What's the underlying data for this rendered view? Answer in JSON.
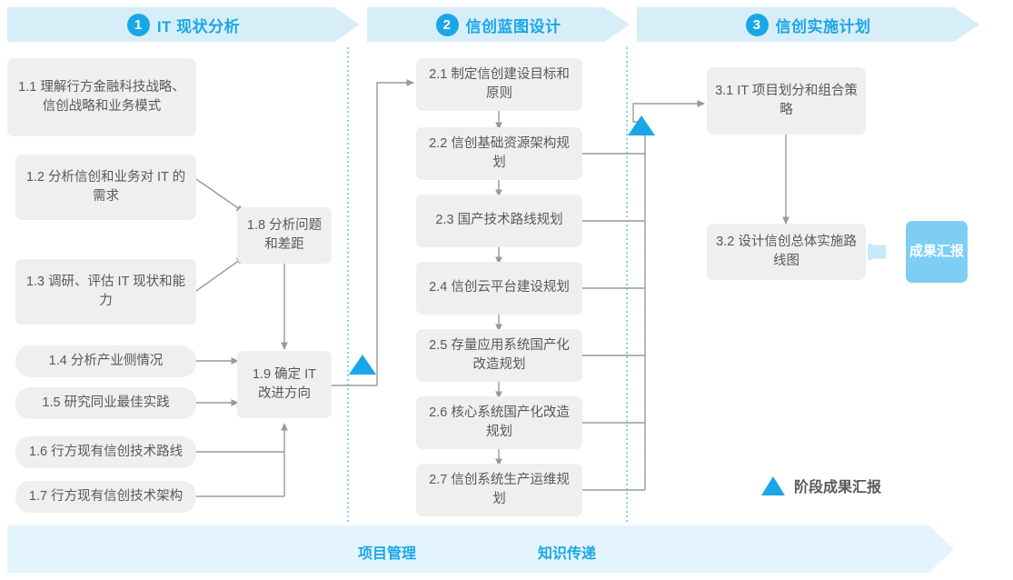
{
  "phases": [
    {
      "num": "1",
      "title": "IT 现状分析"
    },
    {
      "num": "2",
      "title": "信创蓝图设计"
    },
    {
      "num": "3",
      "title": "信创实施计划"
    }
  ],
  "phase1_nodes": [
    {
      "id": "1.1",
      "text": "1.1 理解行方金融科技战略、信创战略和业务模式"
    },
    {
      "id": "1.2",
      "text": "1.2 分析信创和业务对 IT 的需求"
    },
    {
      "id": "1.3",
      "text": "1.3 调研、评估 IT 现状和能力"
    },
    {
      "id": "1.4",
      "text": "1.4 分析产业侧情况"
    },
    {
      "id": "1.5",
      "text": "1.5 研究同业最佳实践"
    },
    {
      "id": "1.6",
      "text": "1.6 行方现有信创技术路线"
    },
    {
      "id": "1.7",
      "text": "1.7 行方现有信创技术架构"
    },
    {
      "id": "1.8",
      "text": "1.8 分析问题和差距"
    },
    {
      "id": "1.9",
      "text": "1.9 确定 IT 改进方向"
    }
  ],
  "phase2_nodes": [
    {
      "id": "2.1",
      "text": "2.1 制定信创建设目标和原则"
    },
    {
      "id": "2.2",
      "text": "2.2 信创基础资源架构规划"
    },
    {
      "id": "2.3",
      "text": "2.3 国产技术路线规划"
    },
    {
      "id": "2.4",
      "text": "2.4 信创云平台建设规划"
    },
    {
      "id": "2.5",
      "text": "2.5 存量应用系统国产化改造规划"
    },
    {
      "id": "2.6",
      "text": "2.6 核心系统国产化改造规划"
    },
    {
      "id": "2.7",
      "text": "2.7 信创系统生产运维规划"
    }
  ],
  "phase3_nodes": [
    {
      "id": "3.1",
      "text": "3.1 IT 项目划分和组合策略"
    },
    {
      "id": "3.2",
      "text": "3.2 设计信创总体实施路线图"
    }
  ],
  "result": {
    "text": "成果汇报"
  },
  "legend": {
    "icon": "triangle-marker",
    "label": "阶段成果汇报"
  },
  "bottom_band": {
    "labels": [
      "项目管理",
      "知识传递"
    ]
  },
  "colors": {
    "accent": "#1aa7e8",
    "banner_bg": "#d7eef9",
    "band_bg": "#e4f4fc",
    "node_bg": "#efefef",
    "node_text": "#58595b",
    "result_bg": "#7ecef4",
    "connector": "#9a9a9a",
    "divider": "#2aa9e0"
  }
}
